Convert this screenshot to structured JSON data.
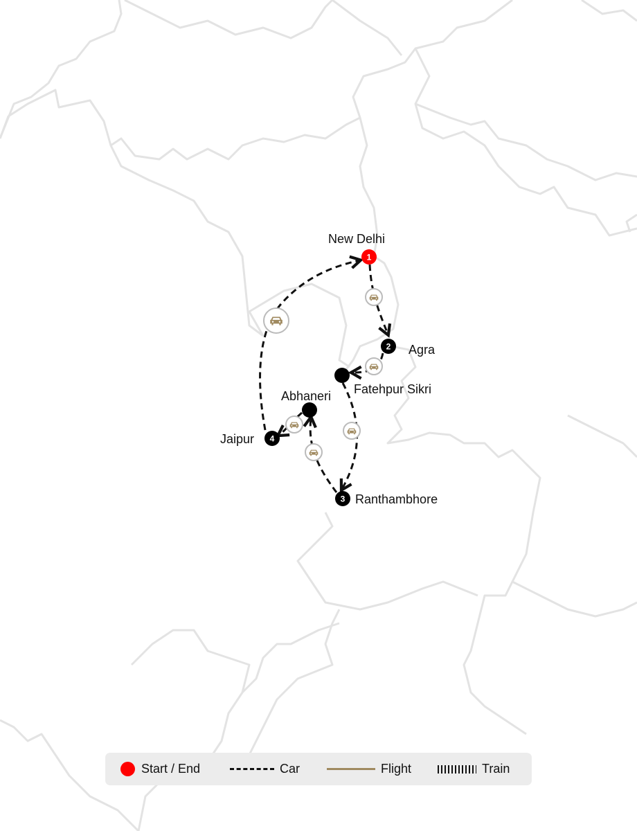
{
  "map": {
    "stops": [
      {
        "id": "new-delhi",
        "name": "New Delhi",
        "number": "1",
        "is_start": true
      },
      {
        "id": "agra",
        "name": "Agra",
        "number": "2",
        "is_start": false
      },
      {
        "id": "fatehpur-sikri",
        "name": "Fatehpur Sikri",
        "number": "",
        "is_start": false
      },
      {
        "id": "ranthambhore",
        "name": "Ranthambhore",
        "number": "3",
        "is_start": false
      },
      {
        "id": "abhaneri",
        "name": "Abhaneri",
        "number": "",
        "is_start": false
      },
      {
        "id": "jaipur",
        "name": "Jaipur",
        "number": "4",
        "is_start": false
      }
    ],
    "routes": [
      {
        "from": "new-delhi",
        "to": "agra",
        "mode": "car"
      },
      {
        "from": "agra",
        "to": "fatehpur-sikri",
        "mode": "car"
      },
      {
        "from": "fatehpur-sikri",
        "to": "ranthambhore",
        "mode": "car"
      },
      {
        "from": "ranthambhore",
        "to": "abhaneri",
        "mode": "car"
      },
      {
        "from": "abhaneri",
        "to": "jaipur",
        "mode": "car"
      },
      {
        "from": "jaipur",
        "to": "new-delhi",
        "mode": "car"
      }
    ],
    "colors": {
      "start": "#ff0000",
      "stop": "#000000",
      "route": "#111111",
      "icon": "#a08a60",
      "border": "#e3e3e3",
      "flight": "#a08a60"
    }
  },
  "legend": {
    "start_end": "Start / End",
    "car": "Car",
    "flight": "Flight",
    "train": "Train"
  }
}
